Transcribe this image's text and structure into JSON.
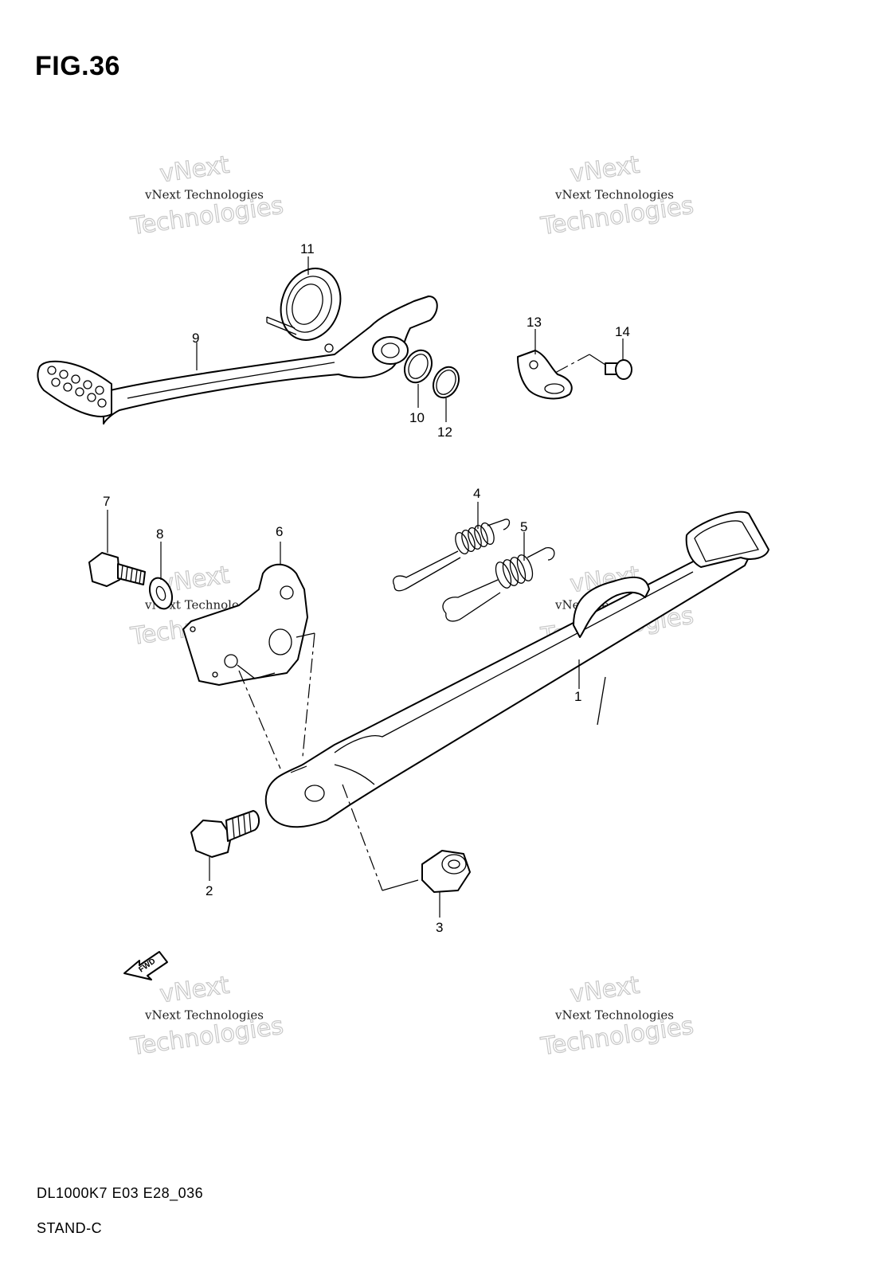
{
  "figure": {
    "title": "FIG.36",
    "code": "DL1000K7 E03 E28_036",
    "name": "STAND-C"
  },
  "callouts": [
    "1",
    "2",
    "3",
    "4",
    "5",
    "6",
    "7",
    "8",
    "9",
    "10",
    "11",
    "12",
    "13",
    "14"
  ],
  "direction_label": "FWD",
  "watermark": {
    "line1": "vNext Technologies",
    "line2": "vNext",
    "line3": "Technologies"
  }
}
